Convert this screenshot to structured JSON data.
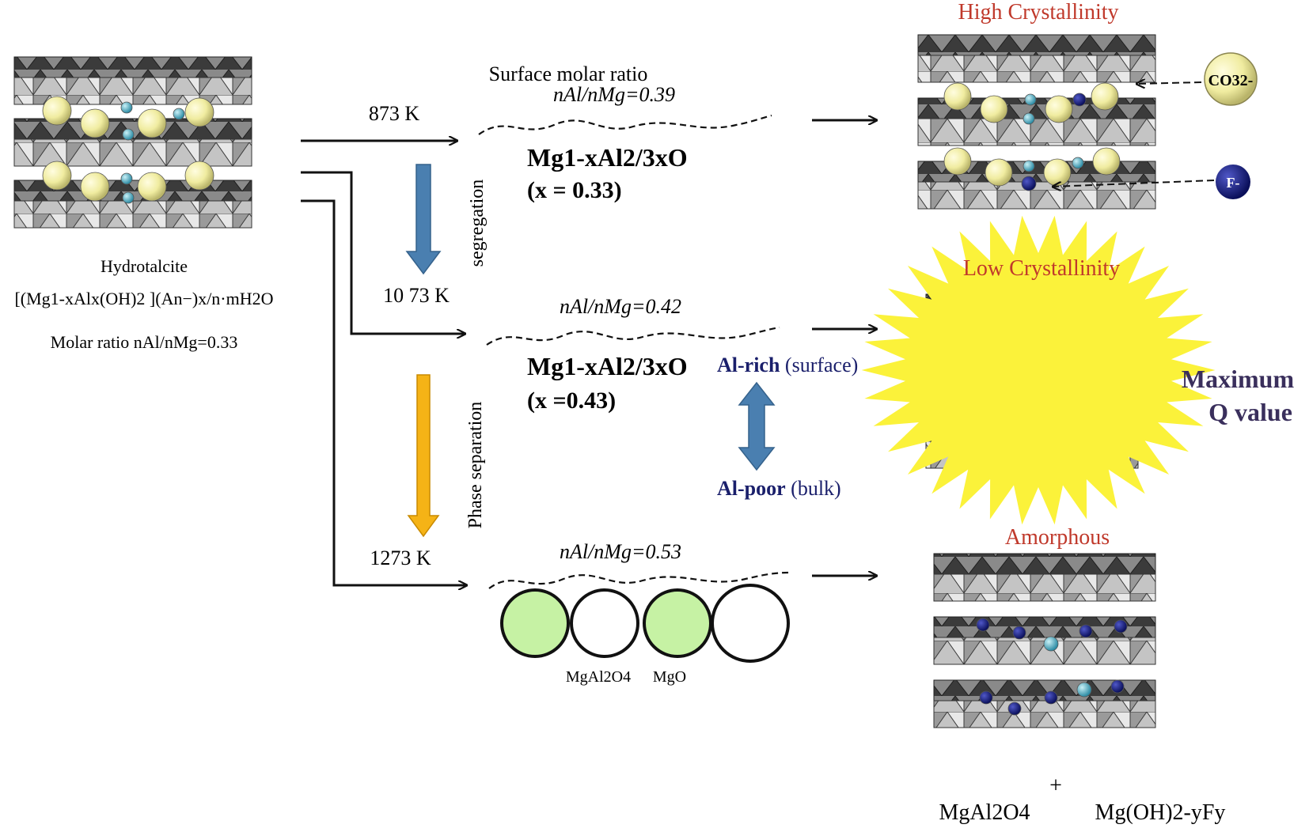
{
  "hydrotalcite": {
    "name": "Hydrotalcite",
    "formula": "[(Mg1-xAlx(OH)2 ](An−)x/n·mH2O",
    "molar_ratio": "Molar ratio nAl/nMg=0.33"
  },
  "temperatures": {
    "t873": "873 K",
    "t1073": "10 73 K",
    "t1273": "1273 K"
  },
  "process_labels": {
    "segregation": "segregation",
    "phase_separation": "Phase separation"
  },
  "middle": {
    "surface_molar_ratio": "Surface molar ratio",
    "ratio_873": "nAl/nMg=0.39",
    "ratio_1073": "nAl/nMg=0.42",
    "ratio_1273": "nAl/nMg=0.53",
    "oxide_873_formula": "Mg1-xAl2/3xO",
    "oxide_873_x": "(x = 0.33)",
    "oxide_1073_formula": "Mg1-xAl2/3xO",
    "oxide_1073_x": "(x =0.43)",
    "al_rich": "Al-rich",
    "surface": "(surface)",
    "al_poor": "Al-poor",
    "bulk": "(bulk)",
    "spinel": "MgAl2O4",
    "mgo": "MgO"
  },
  "right": {
    "high_crystallinity": "High Crystallinity",
    "low_crystallinity": "Low Crystallinity",
    "amorphous": "Amorphous",
    "co3": "CO32-",
    "fluoride": "F-",
    "maximum": "Maximum",
    "q_value": "Q value",
    "product_spinel": "MgAl2O4",
    "plus": "+",
    "product_hydroxide": "Mg(OH)2-yFy"
  },
  "colors": {
    "title_red": "#c0392b",
    "label_navy": "#1a1f6b",
    "segregation_arrow": "#4a7fb0",
    "phase_arrow": "#f5b316",
    "burst": "#fbf23a",
    "green_particle": "#c6f2a4",
    "carbonate_ball": "#f0eca0",
    "fluoride_ball": "#12197a",
    "al_ball": "#3aa6c0"
  }
}
